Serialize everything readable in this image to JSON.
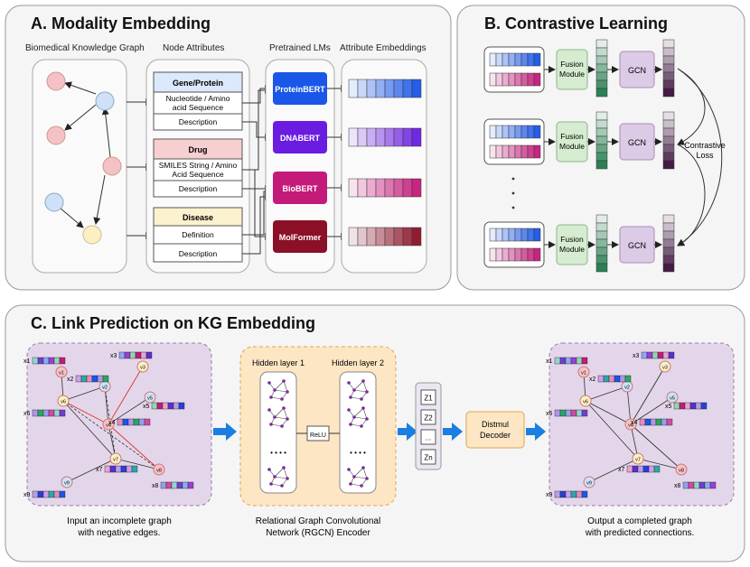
{
  "panel_a": {
    "title": "A. Modality Embedding",
    "col_kg": "Biomedical Knowledge Graph",
    "col_attr": "Node Attributes",
    "col_lm": "Pretrained LMs",
    "col_emb": "Attribute Embeddings",
    "gene": {
      "header": "Gene/Protein",
      "row1a": "Nucleotide / Amino",
      "row1b": "acid Sequence",
      "row2": "Description"
    },
    "drug": {
      "header": "Drug",
      "row1a": "SMILES String / Amino",
      "row1b": "Acid Sequence",
      "row2": "Description"
    },
    "disease": {
      "header": "Disease",
      "row1": "Definition",
      "row2": "Description"
    },
    "lms": [
      "ProteinBERT",
      "DNABERT",
      "BioBERT",
      "MolFormer"
    ]
  },
  "panel_b": {
    "title": "B. Contrastive Learning",
    "fusion_a": "Fusion",
    "fusion_b": "Module",
    "gcn": "GCN",
    "loss_a": "Contrastive",
    "loss_b": "Loss"
  },
  "panel_c": {
    "title": "C. Link Prediction on KG Embedding",
    "caption_left_a": "Input an incomplete graph",
    "caption_left_b": "with negative edges.",
    "caption_mid_a": "Relational Graph Convolutional",
    "caption_mid_b": "Network (RGCN) Encoder",
    "caption_right_a": "Output a completed graph",
    "caption_right_b": "with predicted connections.",
    "hidden1": "Hidden layer 1",
    "hidden2": "Hidden layer 2",
    "relu": "ReLU",
    "dots": "• • • •",
    "z_labels": [
      "Z1",
      "Z2",
      "...",
      "Zn"
    ],
    "decoder_a": "Distmul",
    "decoder_b": "Decoder",
    "x_labels": [
      "x1",
      "x2",
      "x3",
      "x4",
      "x5",
      "x6",
      "x7",
      "x8",
      "x9"
    ],
    "v_labels": [
      "v1",
      "v2",
      "v3",
      "v4",
      "v5",
      "v6",
      "v7",
      "v8",
      "v9"
    ]
  },
  "colors": {
    "blue": "#1a56e8",
    "purple": "#6a1de0",
    "magenta": "#c41a7a",
    "maroon": "#8b1027",
    "fusion": "#d6ecd0",
    "gcn": "#dccbe6",
    "orange_bg": "#fde6c4",
    "purple_bg": "#e6d6ec"
  }
}
